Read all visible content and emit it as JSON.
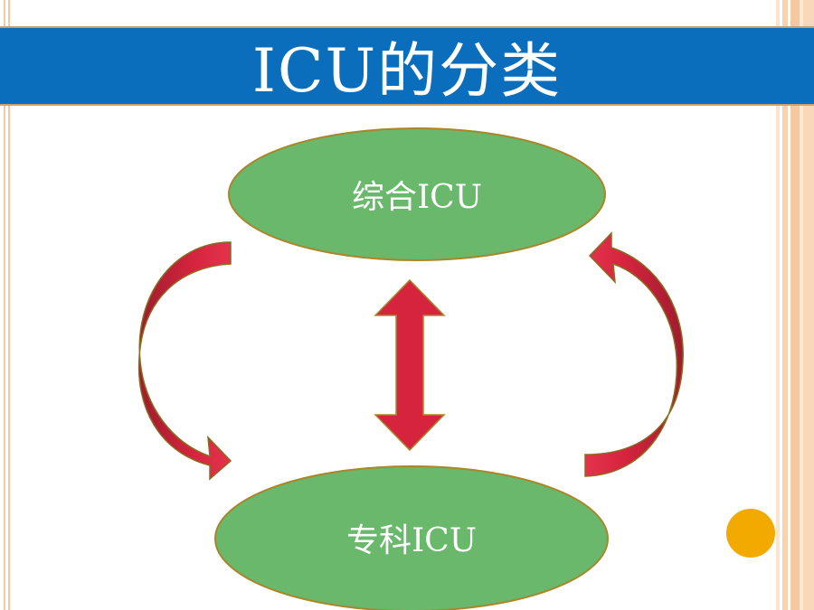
{
  "title": "ICU的分类",
  "nodes": {
    "top": "综合ICU",
    "bottom": "专科ICU"
  },
  "colors": {
    "title_bar": "#0a6ebd",
    "node_fill": "#6ab86c",
    "node_stroke": "#a8862a",
    "arrow_fill": "#d6243e",
    "arrow_dark": "#9e1c2e",
    "accent_dot": "#f2a900"
  }
}
